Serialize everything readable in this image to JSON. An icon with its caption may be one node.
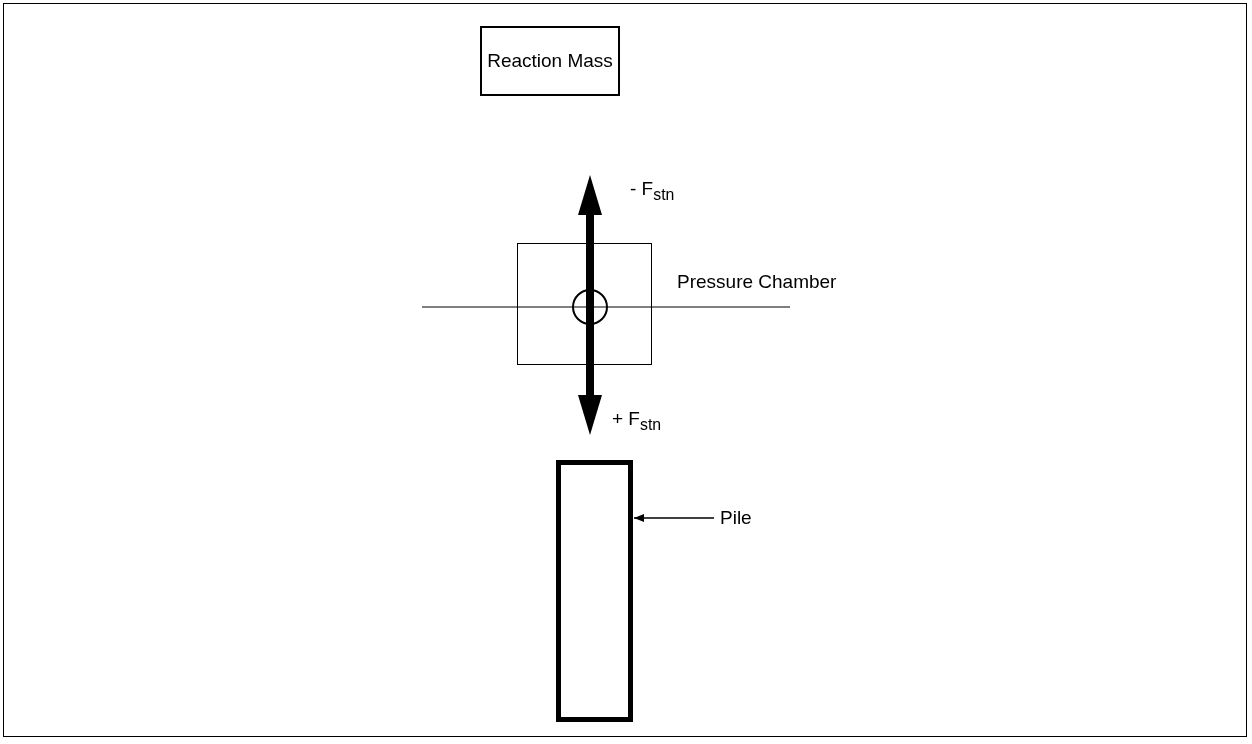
{
  "diagram": {
    "nodes": [
      {
        "text": [
          "Reaction Mass"
        ]
      },
      {
        "text": [
          "Pressure Chamber"
        ]
      },
      {
        "text": [],
        "shape": "bar"
      },
      {
        "text": [
          "Pile"
        ]
      }
    ],
    "edges": [
      {
        "from": 3,
        "to": 2,
        "arrow": "to"
      }
    ],
    "labels": [
      "- F$_{stn}$",
      "+ F$_{stn}$"
    ]
  }
}
